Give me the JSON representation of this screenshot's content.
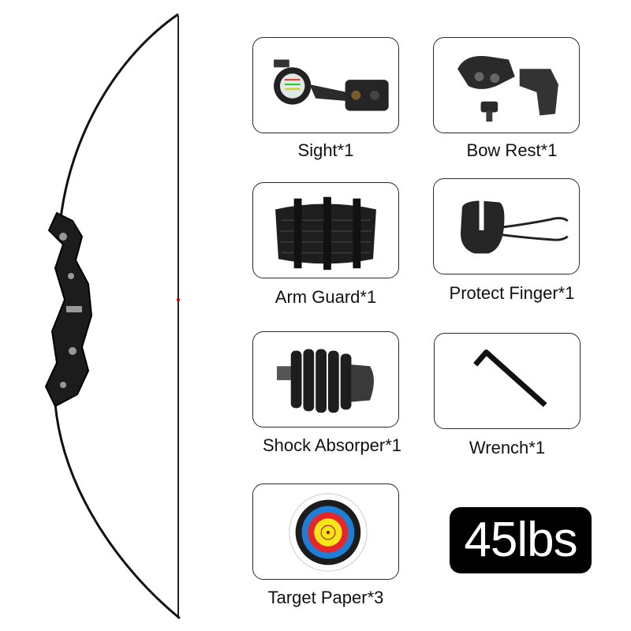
{
  "items": [
    {
      "label": "Sight*1",
      "icon": "bow-sight-icon"
    },
    {
      "label": "Bow Rest*1",
      "icon": "arrow-rest-icon"
    },
    {
      "label": "Arm Guard*1",
      "icon": "arm-guard-icon"
    },
    {
      "label": "Protect Finger*1",
      "icon": "finger-tab-icon"
    },
    {
      "label": "Shock Absorper*1",
      "icon": "stabilizer-icon"
    },
    {
      "label": "Wrench*1",
      "icon": "hex-wrench-icon"
    },
    {
      "label": "Target Paper*3",
      "icon": "target-icon"
    }
  ],
  "weight_badge": "45lbs",
  "colors": {
    "badge_bg": "#000000",
    "badge_text": "#ffffff",
    "card_border": "#2a2a2a"
  }
}
